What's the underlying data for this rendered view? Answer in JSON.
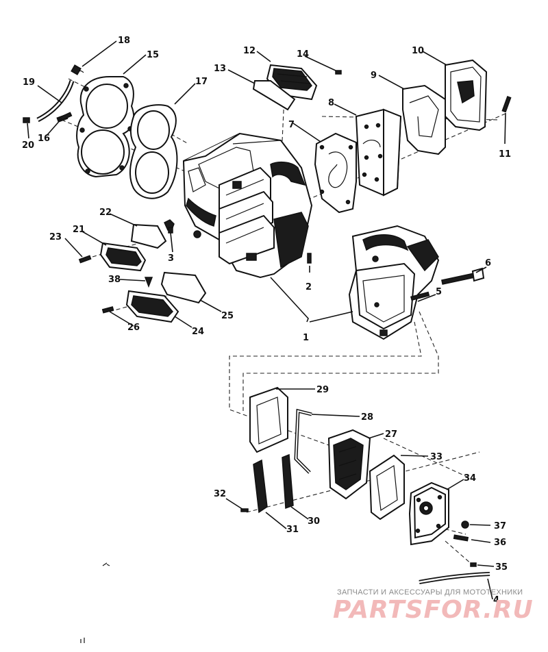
{
  "diagram": {
    "callouts": [
      "1",
      "2",
      "3",
      "4",
      "5",
      "6",
      "7",
      "8",
      "9",
      "10",
      "11",
      "12",
      "13",
      "14",
      "15",
      "16",
      "17",
      "18",
      "19",
      "20",
      "21",
      "22",
      "23",
      "24",
      "25",
      "26",
      "27",
      "28",
      "29",
      "30",
      "31",
      "32",
      "33",
      "34",
      "35",
      "36",
      "37",
      "38"
    ]
  },
  "watermark": {
    "caption": "ЗАПЧАСТИ И АКСЕССУАРЫ ДЛЯ МОТОТЕХНИКИ",
    "site": "PARTSFOR.RU"
  }
}
